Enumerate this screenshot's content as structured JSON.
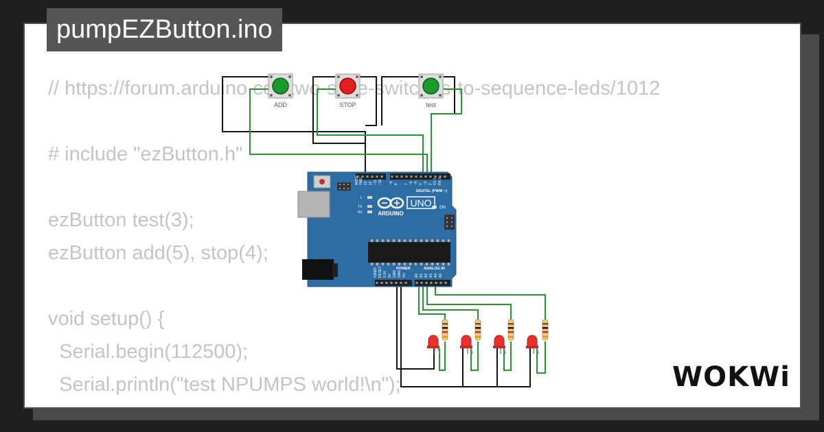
{
  "window": {
    "title": "pumpEZButton.ino"
  },
  "code": {
    "lines": [
      "// https://forum.arduino.cc/t/two-slide-switches-to-sequence-leds/1012",
      "",
      "# include \"ezButton.h\"",
      "",
      "ezButton test(3);",
      "ezButton add(5), stop(4);",
      "",
      "void setup() {",
      "  Serial.begin(112500);",
      "  Serial.println(\"test NPUMPS world!\\n\");"
    ]
  },
  "circuit": {
    "buttons": [
      {
        "label": "ADD",
        "color": "green"
      },
      {
        "label": "STOP",
        "color": "red"
      },
      {
        "label": "test",
        "color": "green"
      }
    ],
    "board": {
      "brand": "ARDUINO",
      "model": "UNO",
      "digital_header": "DIGITAL (PWM ~)",
      "power_header": "POWER",
      "analog_header": "ANALOG IN",
      "on_label": "ON",
      "l_label": "L",
      "tx_label": "TX",
      "rx_label": "RX"
    },
    "leds": 4,
    "resistors": 4
  },
  "brand": {
    "logo_text": "WOKWi"
  },
  "colors": {
    "background": "#1f1f1f",
    "card": "#ffffff",
    "title_bg": "#555555",
    "code_text": "#c4c4c4",
    "wire_green": "#1f9a2a",
    "wire_black": "#111111",
    "board": "#2e6da4",
    "led_red": "#e8322e"
  }
}
